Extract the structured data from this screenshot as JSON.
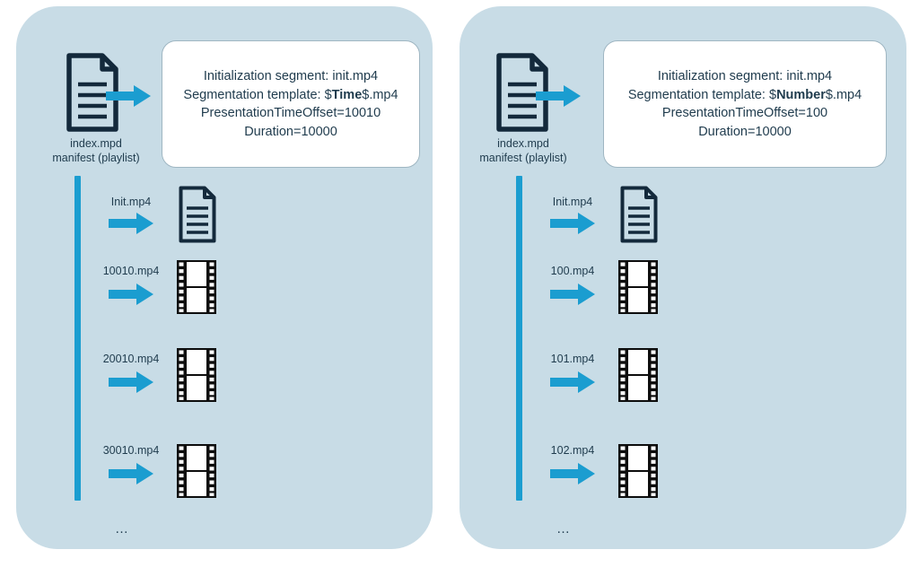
{
  "colors": {
    "panel_bg": "#c8dce6",
    "accent_arrow": "#1b9dd0",
    "timeline": "#1b9dd0",
    "ink": "#1f3b4d",
    "callout_bg": "#ffffff",
    "callout_border": "#9fb6c2",
    "film_black": "#000000",
    "page_bg": "#ffffff"
  },
  "panels": [
    {
      "id": "time-template",
      "manifest": {
        "icon": "document-icon",
        "label_line1": "index.mpd",
        "label_line2": "manifest (playlist)"
      },
      "callout": {
        "lines": [
          {
            "pre": "Initialization segment: init.mp4",
            "bold": "",
            "post": ""
          },
          {
            "pre": "Segmentation template: $",
            "bold": "Time",
            "post": "$.mp4"
          },
          {
            "pre": "PresentationTimeOffset=10010",
            "bold": "",
            "post": ""
          },
          {
            "pre": "Duration=10000",
            "bold": "",
            "post": ""
          }
        ],
        "line1": "Initialization segment: init.mp4",
        "line3": "PresentationTimeOffset=10010",
        "line4": "Duration=10000",
        "template_prefix": "Segmentation template: $",
        "template_variable": "Time",
        "template_suffix": "$.mp4"
      },
      "segments": [
        {
          "label": "Init.mp4",
          "icon": "document-icon"
        },
        {
          "label": "10010.mp4",
          "icon": "film-strip-icon"
        },
        {
          "label": "20010.mp4",
          "icon": "film-strip-icon"
        },
        {
          "label": "30010.mp4",
          "icon": "film-strip-icon"
        }
      ],
      "more_indicator": "…"
    },
    {
      "id": "number-template",
      "manifest": {
        "icon": "document-icon",
        "label_line1": "index.mpd",
        "label_line2": "manifest (playlist)"
      },
      "callout": {
        "lines": [
          {
            "pre": "Initialization segment: init.mp4",
            "bold": "",
            "post": ""
          },
          {
            "pre": "Segmentation template: $",
            "bold": "Number",
            "post": "$.mp4"
          },
          {
            "pre": "PresentationTimeOffset=100",
            "bold": "",
            "post": ""
          },
          {
            "pre": "Duration=10000",
            "bold": "",
            "post": ""
          }
        ],
        "line1": "Initialization segment: init.mp4",
        "line3": "PresentationTimeOffset=100",
        "line4": "Duration=10000",
        "template_prefix": "Segmentation template: $",
        "template_variable": "Number",
        "template_suffix": "$.mp4"
      },
      "segments": [
        {
          "label": "Init.mp4",
          "icon": "document-icon"
        },
        {
          "label": "100.mp4",
          "icon": "film-strip-icon"
        },
        {
          "label": "101.mp4",
          "icon": "film-strip-icon"
        },
        {
          "label": "102.mp4",
          "icon": "film-strip-icon"
        }
      ],
      "more_indicator": "…"
    }
  ]
}
